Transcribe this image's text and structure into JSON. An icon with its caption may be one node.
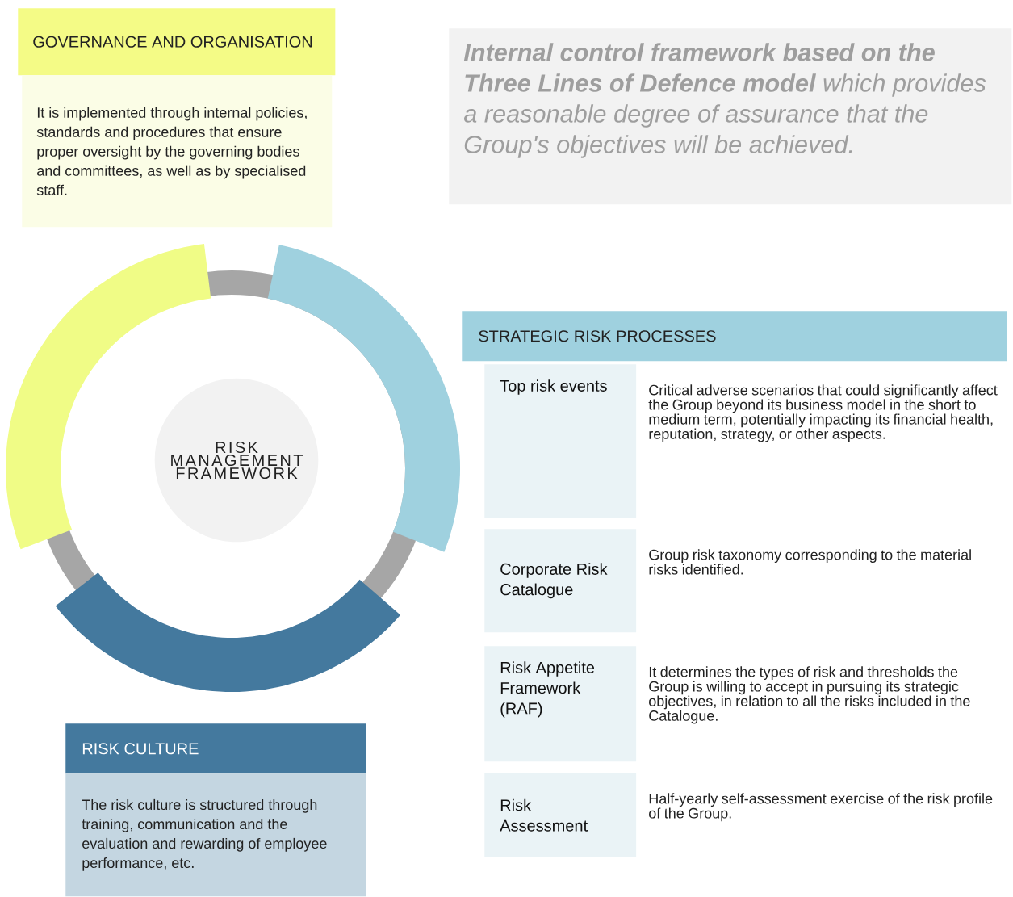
{
  "diagram": {
    "nodes": [
      {
        "text": [
          "GOVERNANCE AND ORGANISATION"
        ]
      },
      {
        "text": [
          "It is implemented through internal policies, standards and procedures that ensure proper oversight by the governing bodies and committees, as well as by specialised staff."
        ]
      },
      {
        "text": [
          "**Internal control framework based on the Three Lines of Defence model** which provides a reasonable degree of assurance that the Group's objectives will be achieved."
        ]
      },
      {
        "text": [
          "RISK MANAGEMENT FRAMEWORK"
        ]
      },
      {
        "text": [
          "STRATEGIC RISK PROCESSES"
        ]
      },
      {
        "text": [
          "Top risk events"
        ],
        "beside": [
          "Critical adverse scenarios that could significantly affect the Group beyond its business model in the short to medium term, potentially impacting its financial health, reputation, strategy, or other aspects."
        ]
      },
      {
        "text": [
          "Corporate Risk Catalogue"
        ],
        "beside": [
          "Group risk taxonomy corresponding to the material risks identified."
        ]
      },
      {
        "text": [
          "Risk Appetite Framework (RAF)"
        ],
        "beside": [
          "It determines the types of risk and thresholds the Group is willing to accept in pursuing its strategic objectives, in relation to all the risks included in the Catalogue."
        ]
      },
      {
        "text": [
          "Risk Assessment"
        ],
        "beside": [
          "Half-yearly self-assessment exercise of the risk profile of the Group."
        ]
      },
      {
        "text": [
          "RISK CULTURE"
        ]
      },
      {
        "text": [
          "The risk culture is structured through training, communication and the evaluation and rewarding of employee performance, etc."
        ]
      }
    ]
  }
}
